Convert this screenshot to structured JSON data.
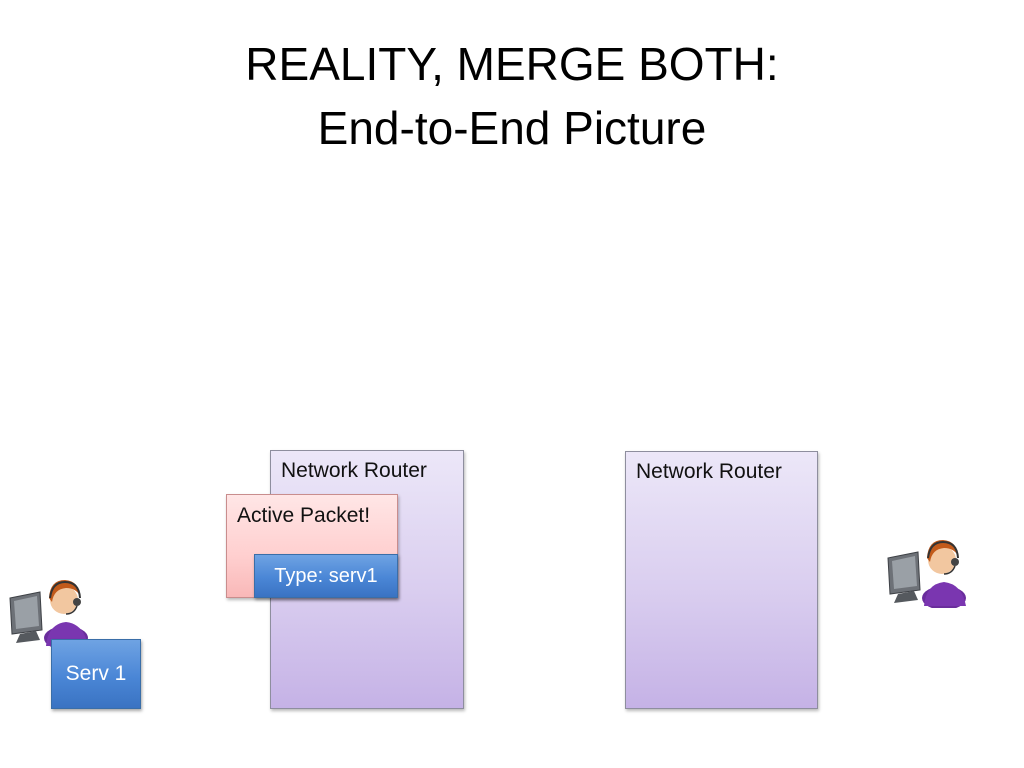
{
  "slide": {
    "title_line1": "REALITY, MERGE BOTH:",
    "title_line2": "End-to-End Picture"
  },
  "routers": [
    {
      "label": "Network Router"
    },
    {
      "label": "Network Router"
    }
  ],
  "packet": {
    "label": "Active Packet!",
    "type_tag": "Type: serv1"
  },
  "service_box": {
    "label": "Serv 1"
  },
  "icons": {
    "left_user": "user-at-computer-icon",
    "right_user": "user-at-computer-icon"
  },
  "colors": {
    "router_fill": "#d9cdef",
    "packet_fill": "#ffcfcf",
    "blue_box_fill": "#4a86d6",
    "avatar_shirt": "#6a2d9c",
    "avatar_hair": "#c25a1a"
  }
}
